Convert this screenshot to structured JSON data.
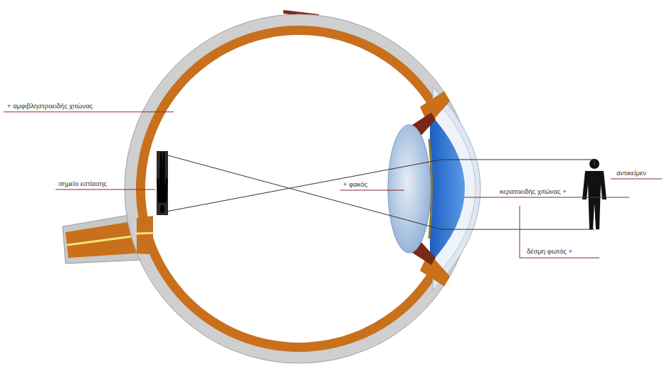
{
  "diagram": {
    "labels": [
      "+ αμφιβληστροειδής χιτώνας",
      "σημείο εστίασης",
      "+ φακός",
      "κερατοειδής χιτώνας +",
      "αντικείμεν",
      "δέσμη φωτός +"
    ]
  }
}
